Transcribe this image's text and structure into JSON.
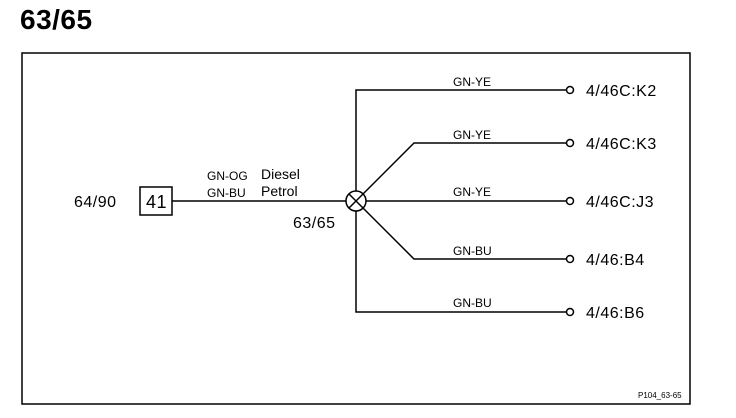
{
  "title": "63/65",
  "source": {
    "label": "64/90",
    "box": "41"
  },
  "feed": {
    "wire_top": "GN-OG",
    "wire_bottom": "GN-BU",
    "variant_top": "Diesel",
    "variant_bottom": "Petrol"
  },
  "splice": {
    "label": "63/65",
    "icon": "splice-cross-icon"
  },
  "branches": [
    {
      "wire": "GN-YE",
      "terminal": "4/46C:K2"
    },
    {
      "wire": "GN-YE",
      "terminal": "4/46C:K3"
    },
    {
      "wire": "GN-YE",
      "terminal": "4/46C:J3"
    },
    {
      "wire": "GN-BU",
      "terminal": "4/46:B4"
    },
    {
      "wire": "GN-BU",
      "terminal": "4/46:B6"
    }
  ],
  "reference": "P104_63-65"
}
